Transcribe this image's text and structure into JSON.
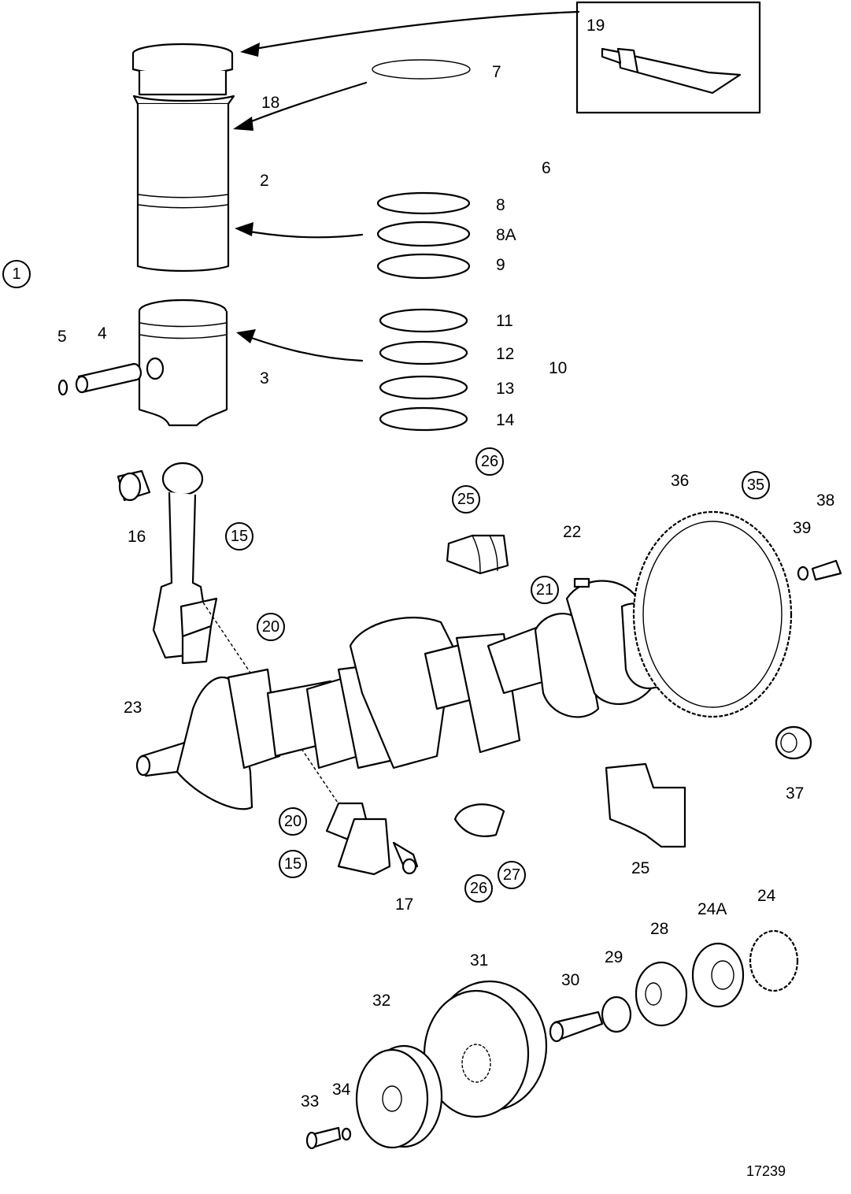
{
  "labels": {
    "p2": "2",
    "p3": "3",
    "p4": "4",
    "p5": "5",
    "p6": "6",
    "p7": "7",
    "p8": "8",
    "p8a": "8A",
    "p9": "9",
    "p10": "10",
    "p11": "11",
    "p12": "12",
    "p13": "13",
    "p14": "14",
    "p16": "16",
    "p17": "17",
    "p18": "18",
    "p19": "19",
    "p22": "22",
    "p23": "23",
    "p24": "24",
    "p24a": "24A",
    "p25": "25",
    "p28": "28",
    "p29": "29",
    "p30": "30",
    "p31": "31",
    "p32": "32",
    "p33": "33",
    "p34": "34",
    "p36": "36",
    "p37": "37",
    "p38": "38",
    "p39": "39"
  },
  "circled": {
    "c1": "1",
    "c15a": "15",
    "c15b": "15",
    "c20a": "20",
    "c20b": "20",
    "c21": "21",
    "c25": "25",
    "c26a": "26",
    "c26b": "26",
    "c27": "27",
    "c35": "35"
  },
  "figure_number": "17239"
}
